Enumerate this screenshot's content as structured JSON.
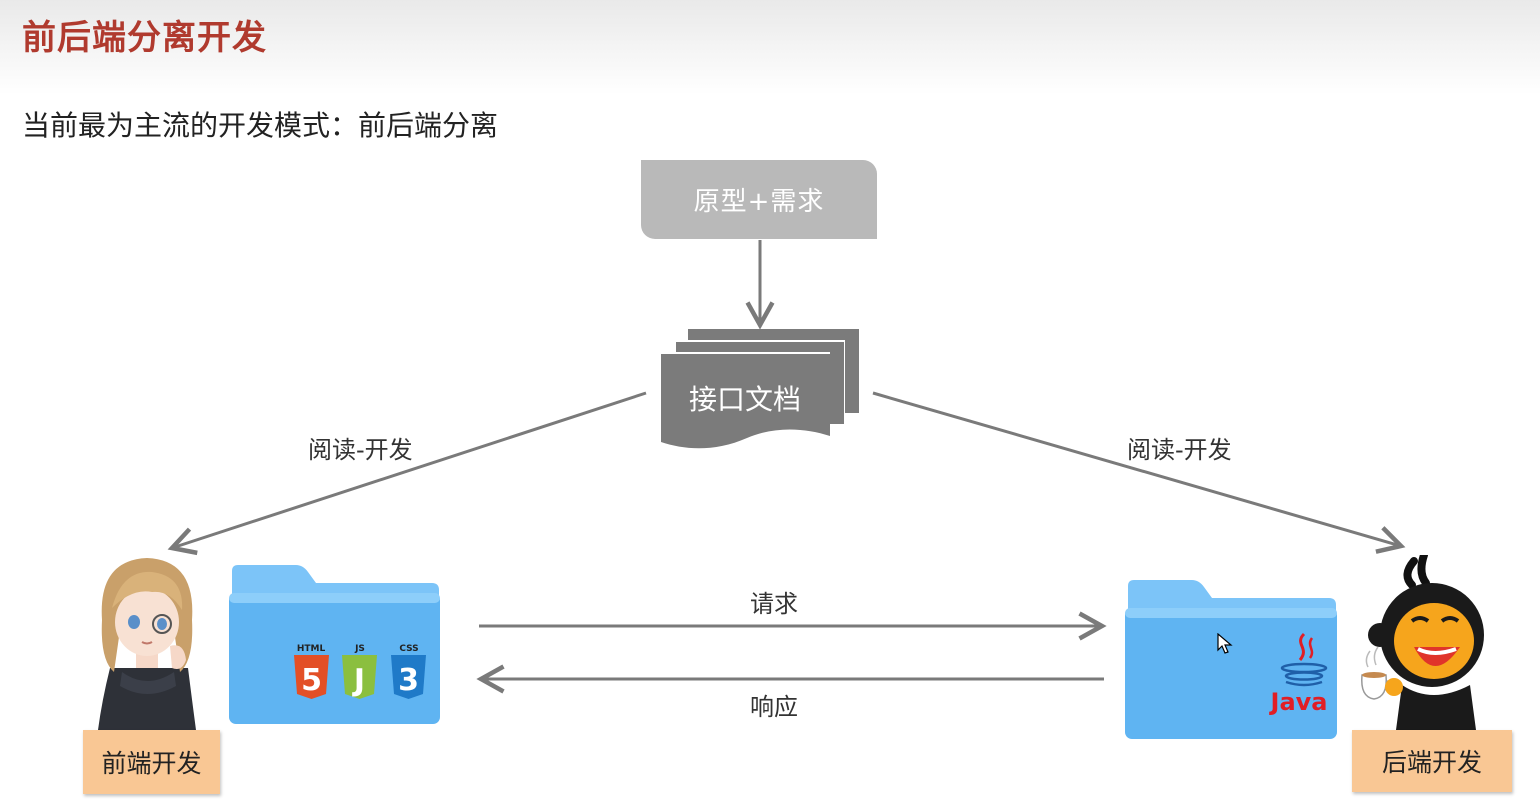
{
  "header": {
    "title": "前后端分离开发"
  },
  "subtitle": "当前最为主流的开发模式：前后端分离",
  "nodes": {
    "prototype": "原型+需求",
    "api_doc": "接口文档",
    "frontend_role": "前端开发",
    "backend_role": "后端开发"
  },
  "edges": {
    "read_develop_left": "阅读-开发",
    "read_develop_right": "阅读-开发",
    "request": "请求",
    "response": "响应"
  },
  "badges": {
    "html": "HTML",
    "js": "JS",
    "css": "CSS",
    "java": "Java"
  },
  "colors": {
    "title": "#b03a2e",
    "prototype_box": "#b9b9b9",
    "doc": "#7b7b7b",
    "arrow": "#7a7a7a",
    "folder": "#5fb4f2",
    "role_box": "#f9c794",
    "html5": "#e34f26",
    "js": "#8bbf3f",
    "css3": "#1f7ac8",
    "java": "#e11e25"
  },
  "icons": [
    "folder-icon",
    "html5-icon",
    "js-icon",
    "css3-icon",
    "java-icon",
    "frontend-avatar",
    "backend-avatar",
    "cursor-icon"
  ]
}
